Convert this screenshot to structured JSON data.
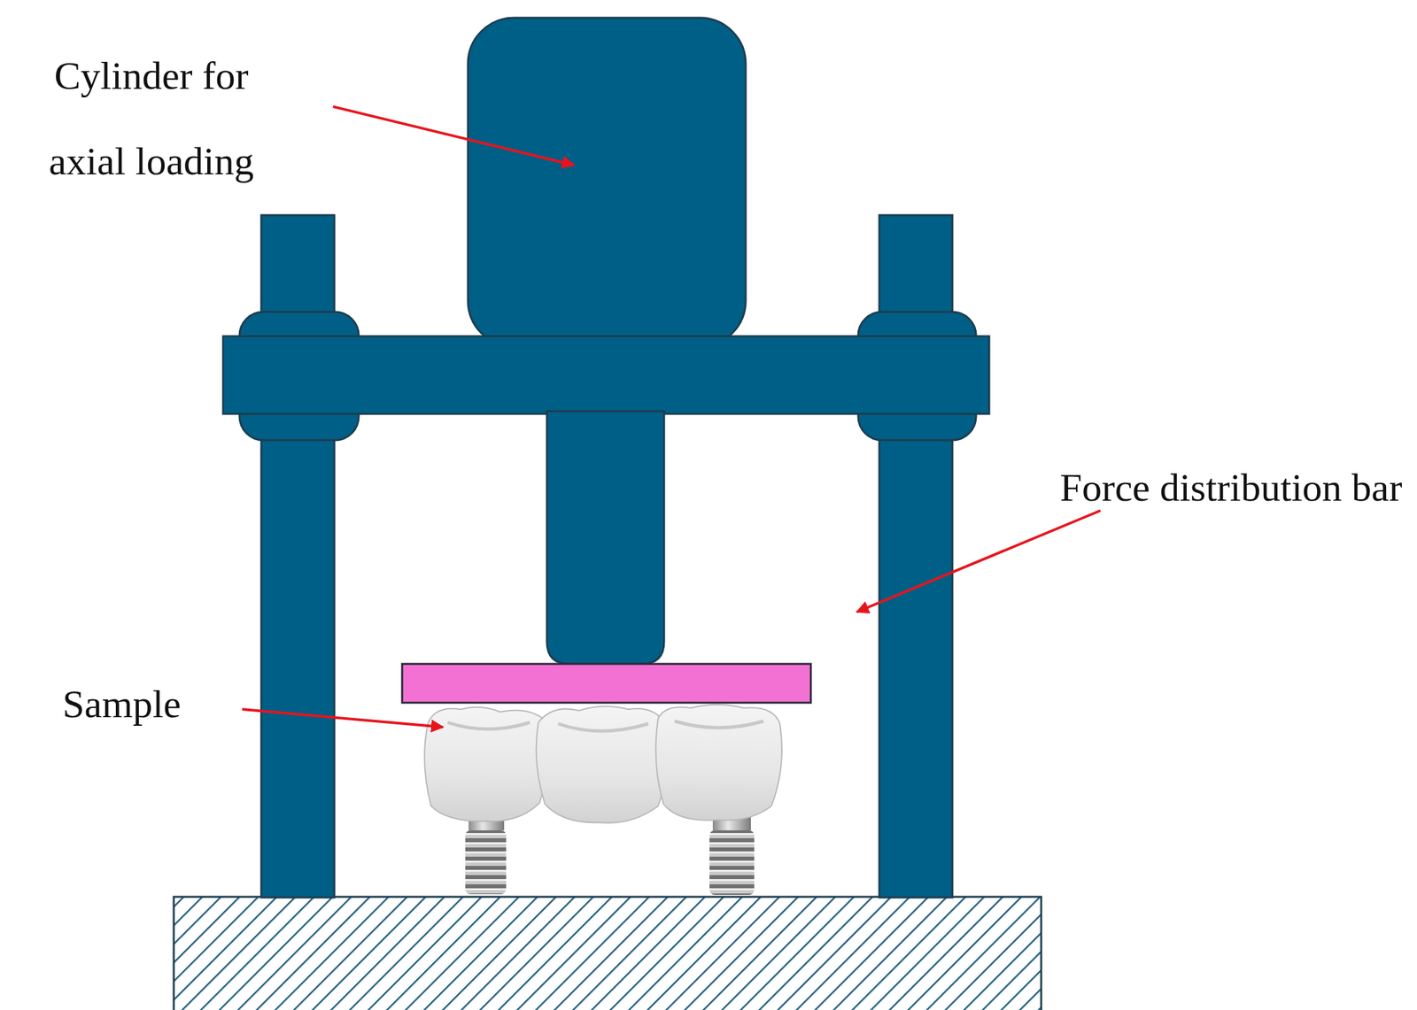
{
  "diagram": {
    "labels": [
      "Cylinder for axial loading",
      "Force distribution bar",
      "Sample"
    ]
  }
}
